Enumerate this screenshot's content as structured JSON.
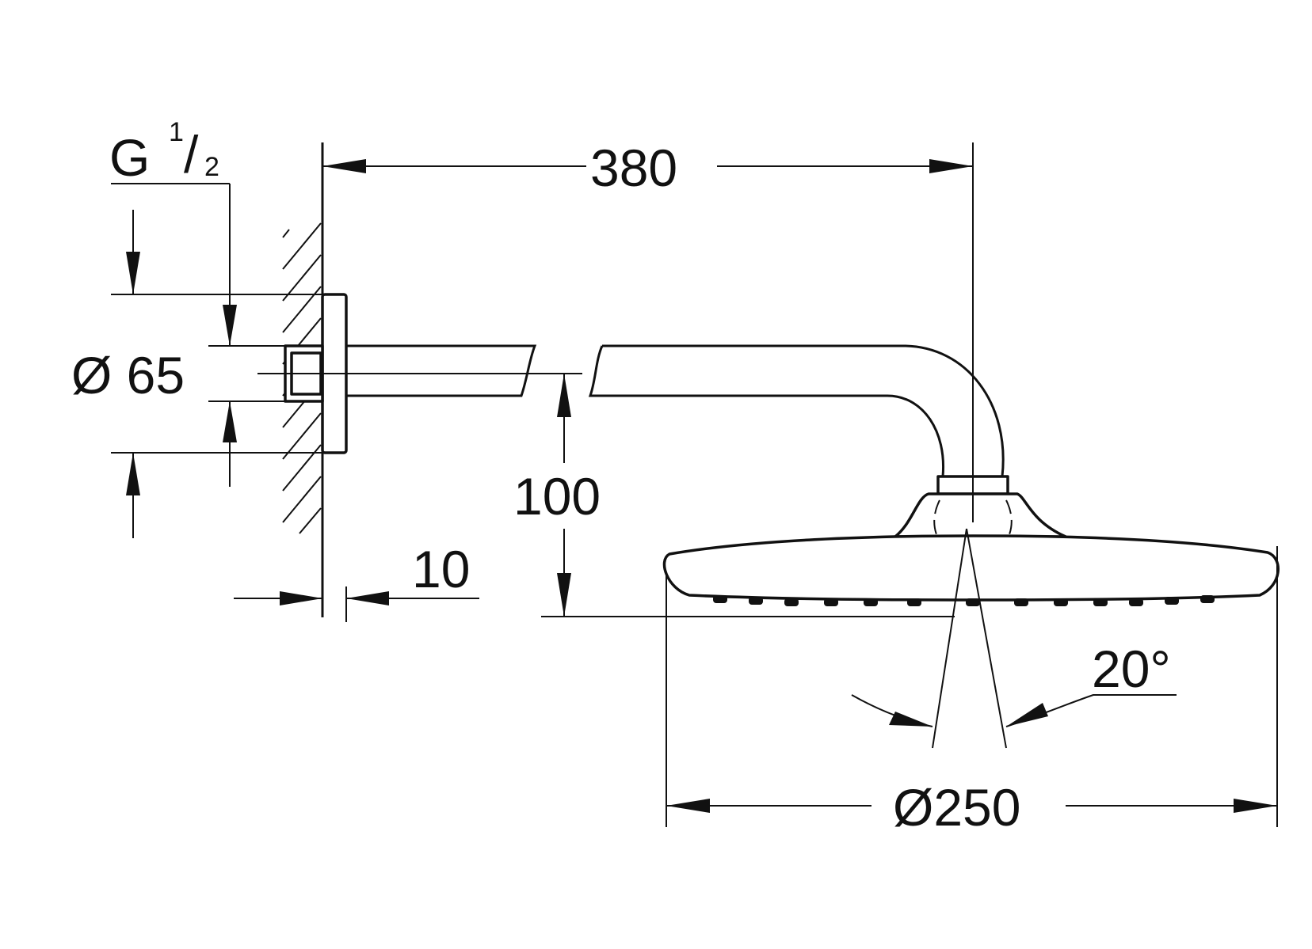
{
  "dimensions": {
    "thread_g": "G",
    "thread_num": "1",
    "thread_slash": "/",
    "thread_den": "2",
    "flange_diameter": "Ø 65",
    "arm_length": "380",
    "head_drop": "100",
    "flange_depth": "10",
    "spray_angle": "20°",
    "head_diameter": "Ø250"
  }
}
